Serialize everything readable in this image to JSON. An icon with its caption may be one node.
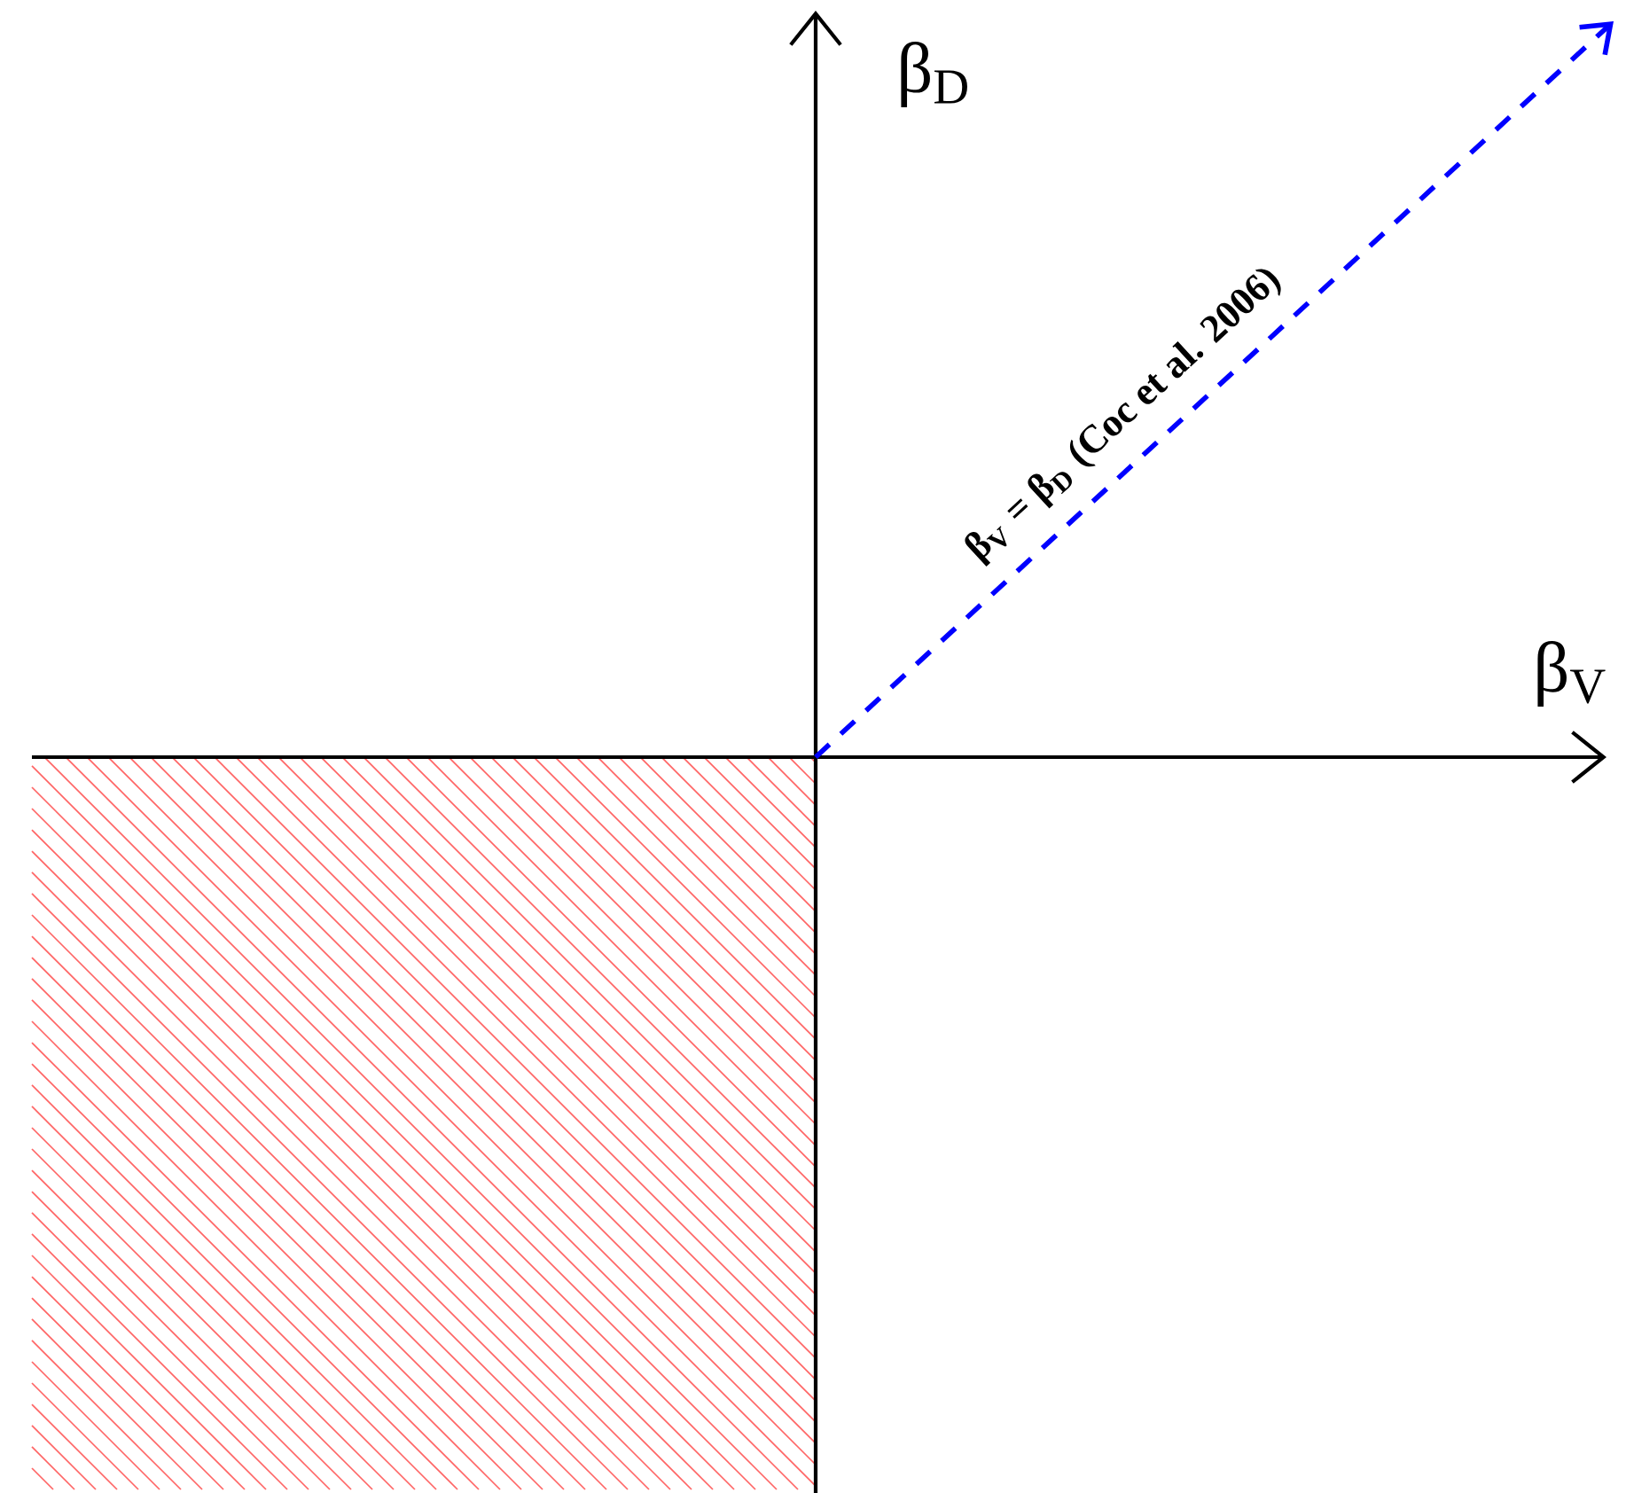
{
  "diagram": {
    "labels": [
      "β$_{D}$",
      "β$_{V}$",
      "β$_{V}$ = β$_{D}$ (Coc et al. 2006)"
    ]
  }
}
